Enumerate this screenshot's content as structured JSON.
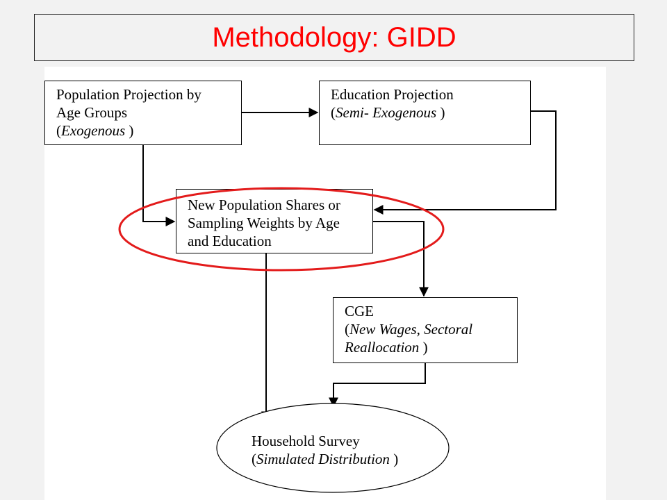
{
  "title": "Methodology: GIDD",
  "colors": {
    "title": "#ff0000",
    "highlight": "#e31b1b",
    "line": "#000000"
  },
  "nodes": {
    "population": {
      "line1": "Population Projection by",
      "line2": "Age Groups",
      "note_open": "(",
      "note": "Exogenous",
      "note_close": ")"
    },
    "education": {
      "line1": "Education Projection",
      "note_open": "(",
      "note": "Semi-  Exogenous",
      "note_close": ")"
    },
    "shares": {
      "line1": "New Population Shares or",
      "line2": "Sampling Weights by Age",
      "line3": "and Education"
    },
    "cge": {
      "line1": "CGE",
      "note_open": "(",
      "note1": "New Wages, Sectoral",
      "note2": "Reallocation",
      "note_close": ")"
    },
    "survey": {
      "line1": "Household Survey",
      "note_open": "(",
      "note": "Simulated Distribution",
      "note_close": ")"
    }
  }
}
